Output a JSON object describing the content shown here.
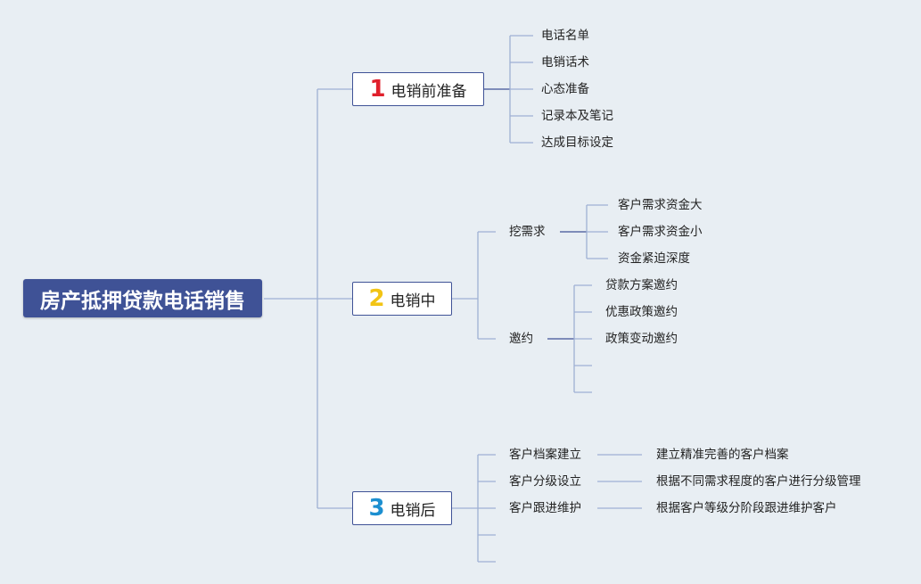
{
  "root": {
    "label": "房产抵押贷款电话销售"
  },
  "branches": [
    {
      "number": "1",
      "label": "电销前准备",
      "number_color": "#e0202c",
      "items": [
        "电话名单",
        "电销话术",
        "心态准备",
        "记录本及笔记",
        "达成目标设定"
      ]
    },
    {
      "number": "2",
      "label": "电销中",
      "number_color": "#f2c415",
      "subgroups": [
        {
          "label": "挖需求",
          "items": [
            "客户需求资金大",
            "客户需求资金小",
            "资金紧迫深度"
          ]
        },
        {
          "label": "邀约",
          "items": [
            "贷款方案邀约",
            "优惠政策邀约",
            "政策变动邀约",
            "",
            ""
          ]
        }
      ]
    },
    {
      "number": "3",
      "label": "电销后",
      "number_color": "#1c8fd0",
      "subgroups": [
        {
          "label": "客户档案建立",
          "detail": "建立精准完善的客户档案"
        },
        {
          "label": "客户分级设立",
          "detail": "根据不同需求程度的客户进行分级管理"
        },
        {
          "label": "客户跟进维护",
          "detail": "根据客户等级分阶段跟进维护客户"
        },
        {
          "label": "",
          "detail": ""
        },
        {
          "label": "",
          "detail": ""
        }
      ]
    }
  ],
  "colors": {
    "line": "#9fb0d4",
    "line_dark": "#3f5296",
    "background": "#e8eef3"
  }
}
